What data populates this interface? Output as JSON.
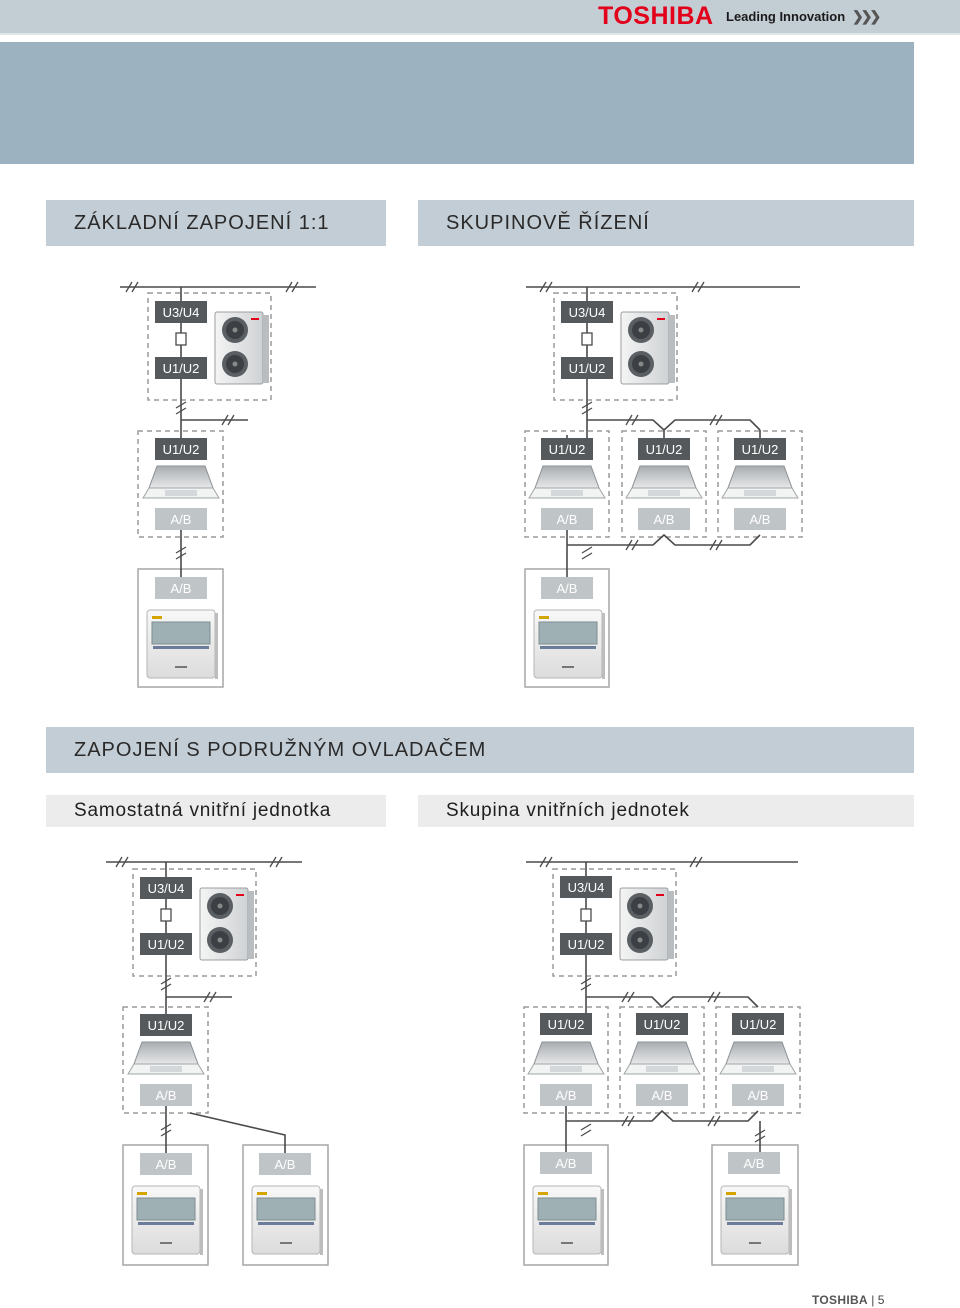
{
  "header": {
    "brand": "TOSHIBA",
    "tagline": "Leading Innovation",
    "chevrons": "❯❯❯"
  },
  "sections": {
    "basic": "ZÁKLADNÍ ZAPOJENÍ 1:1",
    "group": "SKUPINOVĚ ŘÍZENÍ",
    "remote": "ZAPOJENÍ S PODRUŽNÝM OVLADAČEM",
    "single_indoor": "Samostatná vnitřní jednotka",
    "indoor_group": "Skupina vnitřních jednotek"
  },
  "terminals": {
    "u34": "U3/U4",
    "u12": "U1/U2",
    "ab": "A/B"
  },
  "footer": {
    "brand": "TOSHIBA",
    "page": "5"
  },
  "colors": {
    "label_dark": "#55595c",
    "label_light": "#bfc4c7",
    "brand_red": "#e2001a",
    "wire": "#4a4a4a",
    "dash": "#9a9a9a"
  }
}
